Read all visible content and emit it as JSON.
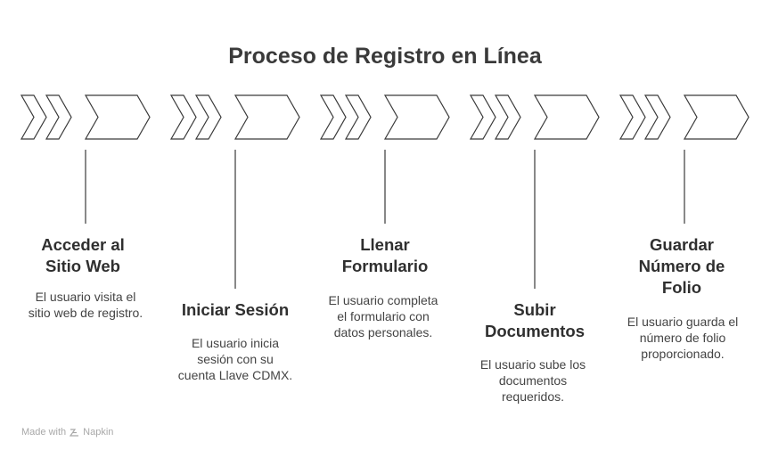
{
  "title": "Proceso de Registro en Línea",
  "steps": [
    {
      "title": "Acceder al\nSitio Web",
      "description": "El usuario visita el\nsitio web de registro."
    },
    {
      "title": "Iniciar Sesión",
      "description": "El usuario inicia\nsesión con su\ncuenta Llave CDMX."
    },
    {
      "title": "Llenar\nFormulario",
      "description": "El usuario completa\nel formulario con\ndatos personales."
    },
    {
      "title": "Subir\nDocumentos",
      "description": "El usuario sube los\ndocumentos\nrequeridos."
    },
    {
      "title": "Guardar\nNúmero de\nFolio",
      "description": "El usuario guarda el\nnúmero de folio\nproporcionado."
    }
  ],
  "footer": {
    "prefix": "Made with",
    "brand": "Napkin",
    "logo_icon": "napkin-logo-icon"
  },
  "colors": {
    "stroke": "#3a3a3a",
    "text": "#333333",
    "footer": "#a8a8a8"
  }
}
